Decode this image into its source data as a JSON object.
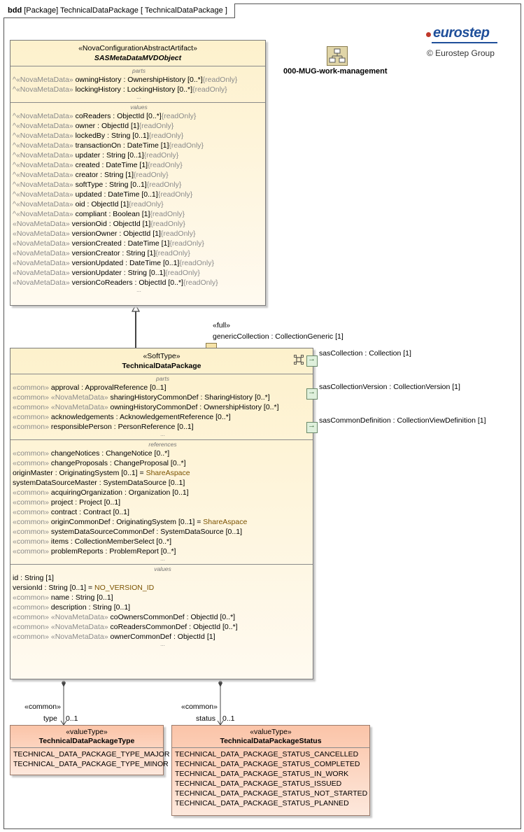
{
  "frame": {
    "kind": "bdd",
    "title": "[Package] TechnicalDataPackage [ TechnicalDataPackage ]"
  },
  "logo": {
    "brand": "eurostep",
    "copyright": "© Eurostep Group",
    "color": "#1f4f9a"
  },
  "package_ref": {
    "icon": "package-diagram-icon",
    "label": "000-MUG-work-management"
  },
  "parent_class": {
    "stereotype": "«NovaConfigurationAbstractArtifact»",
    "name": "SASMetaDataMVDObject",
    "parts_title": "parts",
    "parts": [
      {
        "prefix": "^",
        "st": "«NovaMetaData»",
        "name": "owningHistory",
        "rest": " : OwnershipHistory [0..*]",
        "tail": "{readOnly}"
      },
      {
        "prefix": "^",
        "st": "«NovaMetaData»",
        "name": "lockingHistory",
        "rest": " : LockingHistory [0..*]",
        "tail": "{readOnly}"
      }
    ],
    "values_title": "values",
    "values": [
      {
        "prefix": "^",
        "st": "«NovaMetaData»",
        "name": "coReaders",
        "rest": " : ObjectId [0..*]",
        "tail": "{readOnly}"
      },
      {
        "prefix": "^",
        "st": "«NovaMetaData»",
        "name": "owner",
        "rest": " : ObjectId [1]",
        "tail": "{readOnly}"
      },
      {
        "prefix": "^",
        "st": "«NovaMetaData»",
        "name": "lockedBy",
        "rest": " : String [0..1]",
        "tail": "{readOnly}"
      },
      {
        "prefix": "^",
        "st": "«NovaMetaData»",
        "name": "transactionOn",
        "rest": " : DateTime [1]",
        "tail": "{readOnly}"
      },
      {
        "prefix": "^",
        "st": "«NovaMetaData»",
        "name": "updater",
        "rest": " : String [0..1]",
        "tail": "{readOnly}"
      },
      {
        "prefix": "^",
        "st": "«NovaMetaData»",
        "name": "created",
        "rest": " : DateTime [1]",
        "tail": "{readOnly}"
      },
      {
        "prefix": "^",
        "st": "«NovaMetaData»",
        "name": "creator",
        "rest": " : String [1]",
        "tail": "{readOnly}"
      },
      {
        "prefix": "^",
        "st": "«NovaMetaData»",
        "name": "softType",
        "rest": " : String [0..1]",
        "tail": "{readOnly}"
      },
      {
        "prefix": "^",
        "st": "«NovaMetaData»",
        "name": "updated",
        "rest": " : DateTime [0..1]",
        "tail": "{readOnly}"
      },
      {
        "prefix": "^",
        "st": "«NovaMetaData»",
        "name": "oid",
        "rest": " : ObjectId [1]",
        "tail": "{readOnly}"
      },
      {
        "prefix": "^",
        "st": "«NovaMetaData»",
        "name": "compliant",
        "rest": " : Boolean [1]",
        "tail": "{readOnly}"
      },
      {
        "prefix": "",
        "st": "«NovaMetaData»",
        "name": "versionOid",
        "rest": " : ObjectId [1]",
        "tail": "{readOnly}"
      },
      {
        "prefix": "",
        "st": "«NovaMetaData»",
        "name": "versionOwner",
        "rest": " : ObjectId [1]",
        "tail": "{readOnly}"
      },
      {
        "prefix": "",
        "st": "«NovaMetaData»",
        "name": "versionCreated",
        "rest": " : DateTime [1]",
        "tail": "{readOnly}"
      },
      {
        "prefix": "",
        "st": "«NovaMetaData»",
        "name": "versionCreator",
        "rest": " : String [1]",
        "tail": "{readOnly}"
      },
      {
        "prefix": "",
        "st": "«NovaMetaData»",
        "name": "versionUpdated",
        "rest": " : DateTime [0..1]",
        "tail": "{readOnly}"
      },
      {
        "prefix": "",
        "st": "«NovaMetaData»",
        "name": "versionUpdater",
        "rest": " : String [0..1]",
        "tail": "{readOnly}"
      },
      {
        "prefix": "",
        "st": "«NovaMetaData»",
        "name": "versionCoReaders",
        "rest": " : ObjectId [0..*]",
        "tail": "{readOnly}"
      }
    ]
  },
  "main_class": {
    "stereotype": "«SoftType»",
    "name": "TechnicalDataPackage",
    "parts_title": "parts",
    "parts": [
      {
        "st": "«common»",
        "name": "approval",
        "rest": " : ApprovalReference [0..1]",
        "def": ""
      },
      {
        "st": "«common» «NovaMetaData»",
        "name": "sharingHistoryCommonDef",
        "rest": " : SharingHistory [0..*]",
        "def": ""
      },
      {
        "st": "«common» «NovaMetaData»",
        "name": "owningHistoryCommonDef",
        "rest": " : OwnershipHistory [0..*]",
        "def": ""
      },
      {
        "st": "«common»",
        "name": "acknowledgements",
        "rest": " : AcknowledgementReference [0..*]",
        "def": ""
      },
      {
        "st": "«common»",
        "name": "responsiblePerson",
        "rest": " : PersonReference [0..1]",
        "def": ""
      }
    ],
    "references_title": "references",
    "references": [
      {
        "st": "«common»",
        "name": "changeNotices",
        "rest": " : ChangeNotice [0..*]",
        "def": ""
      },
      {
        "st": "«common»",
        "name": "changeProposals",
        "rest": " : ChangeProposal [0..*]",
        "def": ""
      },
      {
        "st": "",
        "name": "originMaster",
        "rest": " : OriginatingSystem [0..1] = ",
        "def": "ShareAspace"
      },
      {
        "st": "",
        "name": "systemDataSourceMaster",
        "rest": " : SystemDataSource [0..1]",
        "def": ""
      },
      {
        "st": "«common»",
        "name": "acquiringOrganization",
        "rest": " : Organization [0..1]",
        "def": ""
      },
      {
        "st": "«common»",
        "name": "project",
        "rest": " : Project [0..1]",
        "def": ""
      },
      {
        "st": "«common»",
        "name": "contract",
        "rest": " : Contract [0..1]",
        "def": ""
      },
      {
        "st": "«common»",
        "name": "originCommonDef",
        "rest": " : OriginatingSystem [0..1] = ",
        "def": "ShareAspace"
      },
      {
        "st": "«common»",
        "name": "systemDataSourceCommonDef",
        "rest": " : SystemDataSource [0..1]",
        "def": ""
      },
      {
        "st": "«common»",
        "name": "items",
        "rest": " : CollectionMemberSelect [0..*]",
        "def": ""
      },
      {
        "st": "«common»",
        "name": "problemReports",
        "rest": " : ProblemReport [0..*]",
        "def": ""
      }
    ],
    "values_title": "values",
    "values": [
      {
        "st": "",
        "name": "id",
        "rest": " : String [1]",
        "def": ""
      },
      {
        "st": "",
        "name": "versionId",
        "rest": " : String [0..1] = ",
        "def": "NO_VERSION_ID"
      },
      {
        "st": "«common»",
        "name": "name",
        "rest": " : String [0..1]",
        "def": ""
      },
      {
        "st": "«common»",
        "name": "description",
        "rest": " : String [0..1]",
        "def": ""
      },
      {
        "st": "«common» «NovaMetaData»",
        "name": "coOwnersCommonDef",
        "rest": " : ObjectId [0..*]",
        "def": ""
      },
      {
        "st": "«common» «NovaMetaData»",
        "name": "coReadersCommonDef",
        "rest": " : ObjectId [0..*]",
        "def": ""
      },
      {
        "st": "«common» «NovaMetaData»",
        "name": "ownerCommonDef",
        "rest": " : ObjectId [1]",
        "def": ""
      }
    ]
  },
  "top_port": {
    "stereotype": "«full»",
    "label": "genericCollection : CollectionGeneric [1]"
  },
  "ports": [
    {
      "label": "sasCollection : Collection [1]"
    },
    {
      "label": "sasCollectionVersion : CollectionVersion [1]"
    },
    {
      "label": "sasCommonDefinition : CollectionViewDefinition [1]"
    }
  ],
  "assoc_type": {
    "stereotype": "«common»",
    "role": "type",
    "mult": "0..1"
  },
  "assoc_status": {
    "stereotype": "«common»",
    "role": "status",
    "mult": "0..1"
  },
  "enum_type": {
    "stereotype": "«valueType»",
    "name": "TechnicalDataPackageType",
    "literals": [
      "TECHNICAL_DATA_PACKAGE_TYPE_MAJOR",
      "TECHNICAL_DATA_PACKAGE_TYPE_MINOR"
    ]
  },
  "enum_status": {
    "stereotype": "«valueType»",
    "name": "TechnicalDataPackageStatus",
    "literals": [
      "TECHNICAL_DATA_PACKAGE_STATUS_CANCELLED",
      "TECHNICAL_DATA_PACKAGE_STATUS_COMPLETED",
      "TECHNICAL_DATA_PACKAGE_STATUS_IN_WORK",
      "TECHNICAL_DATA_PACKAGE_STATUS_ISSUED",
      "TECHNICAL_DATA_PACKAGE_STATUS_NOT_STARTED",
      "TECHNICAL_DATA_PACKAGE_STATUS_PLANNED"
    ]
  }
}
